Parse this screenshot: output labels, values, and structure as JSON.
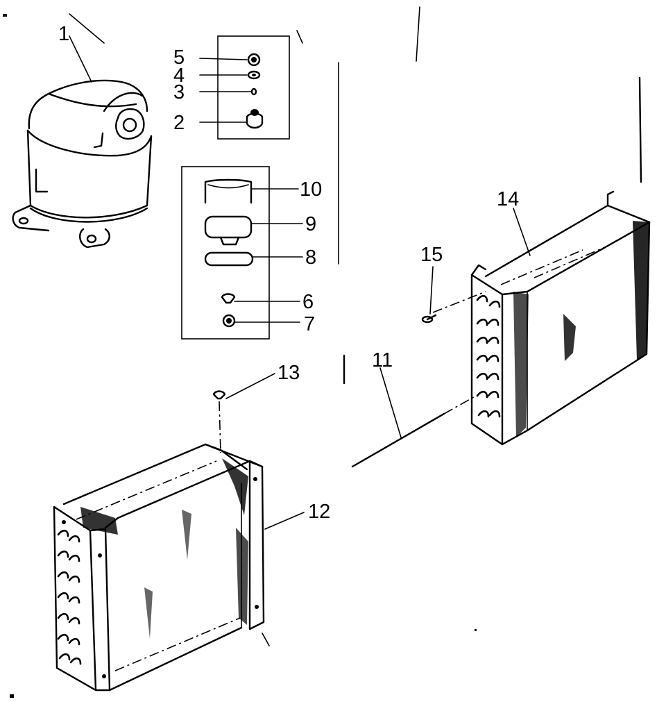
{
  "diagram": {
    "callouts": [
      {
        "id": "1",
        "text": "1"
      },
      {
        "id": "2",
        "text": "2"
      },
      {
        "id": "3",
        "text": "3"
      },
      {
        "id": "4",
        "text": "4"
      },
      {
        "id": "5",
        "text": "5"
      },
      {
        "id": "6",
        "text": "6"
      },
      {
        "id": "7",
        "text": "7"
      },
      {
        "id": "8",
        "text": "8"
      },
      {
        "id": "9",
        "text": "9"
      },
      {
        "id": "10",
        "text": "10"
      },
      {
        "id": "11",
        "text": "11"
      },
      {
        "id": "12",
        "text": "12"
      },
      {
        "id": "13",
        "text": "13"
      },
      {
        "id": "14",
        "text": "14"
      },
      {
        "id": "15",
        "text": "15"
      }
    ],
    "ink_color": "#000000",
    "background_color": "#ffffff"
  }
}
